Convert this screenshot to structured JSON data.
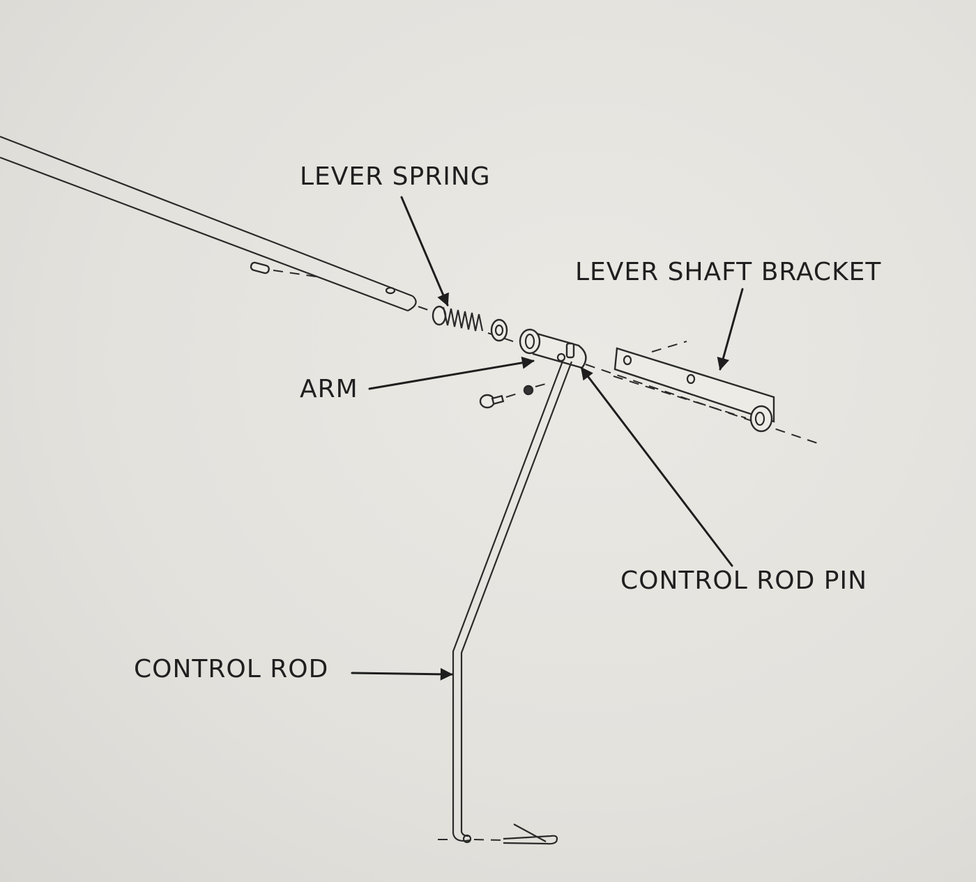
{
  "diagram": {
    "labels": {
      "lever_spring": "LEVER SPRING",
      "lever_shaft_bracket": "LEVER SHAFT BRACKET",
      "arm": "ARM",
      "control_rod_pin": "CONTROL ROD PIN",
      "control_rod": "CONTROL ROD"
    },
    "colors": {
      "ink": "#1f1f1f",
      "paper": "#e5e3de"
    }
  }
}
